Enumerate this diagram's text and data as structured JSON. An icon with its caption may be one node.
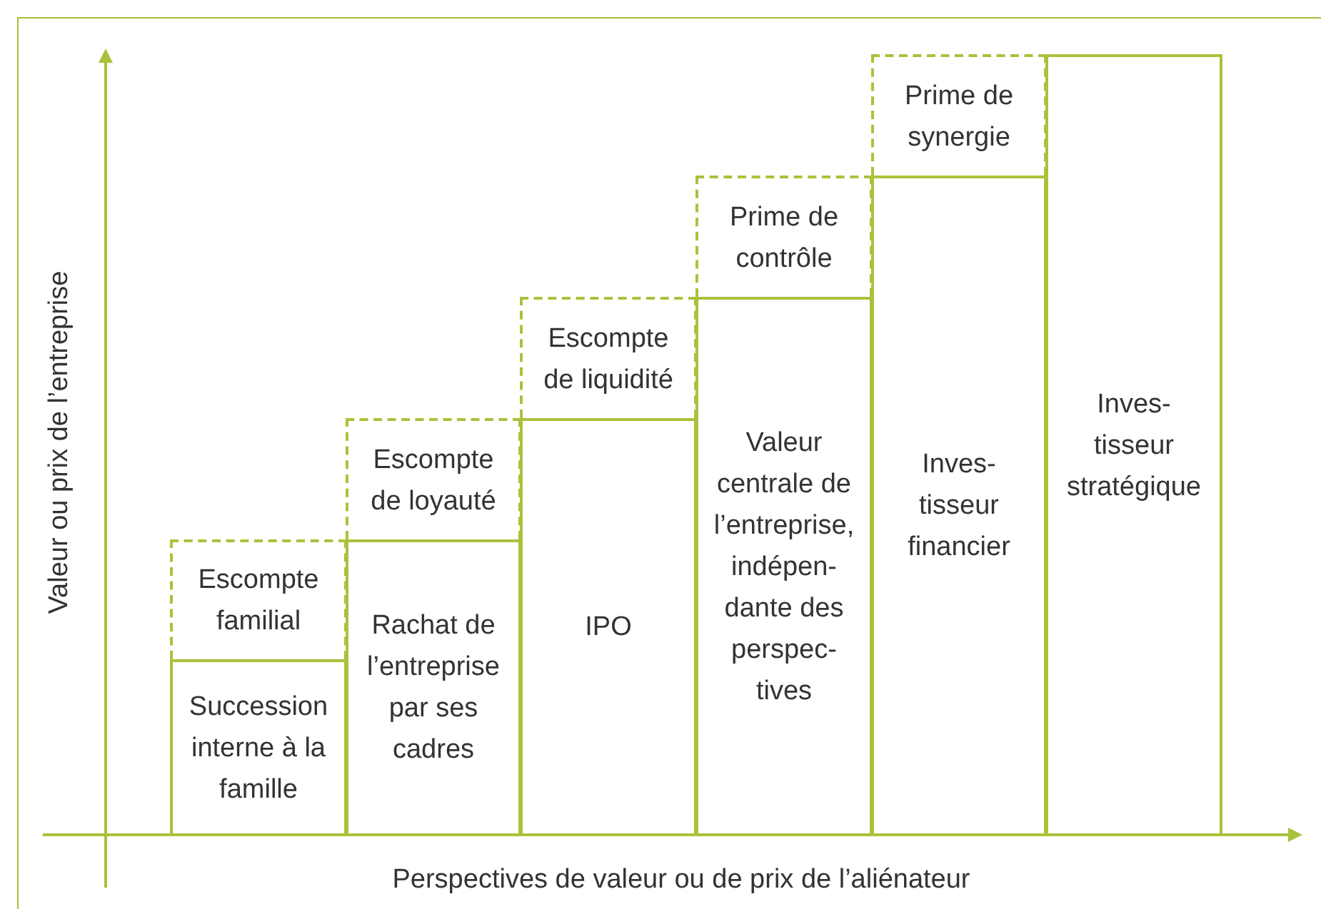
{
  "diagram": {
    "nodes": [
      {
        "text": [
          "Escompte familial"
        ]
      },
      {
        "text": [
          "Succession interne à la famille"
        ]
      },
      {
        "text": [
          "Escompte de loyauté"
        ]
      },
      {
        "text": [
          "Rachat de l’entreprise par ses cadres"
        ]
      },
      {
        "text": [
          "Escompte de liquidité"
        ]
      },
      {
        "text": [
          "IPO"
        ]
      },
      {
        "text": [
          "Prime de contrôle"
        ]
      },
      {
        "text": [
          "Valeur centrale de l’entreprise, indépen-dante des perspec-tives"
        ]
      },
      {
        "text": [
          "Prime de synergie"
        ]
      },
      {
        "text": [
          "Inves-tisseur financier"
        ]
      },
      {
        "text": [
          "Inves-tisseur stratégique"
        ]
      }
    ],
    "edges": [],
    "labels": [
      "Valeur ou prix de l’entreprise",
      "Perspectives de valeur ou de prix de l’aliénateur"
    ]
  }
}
